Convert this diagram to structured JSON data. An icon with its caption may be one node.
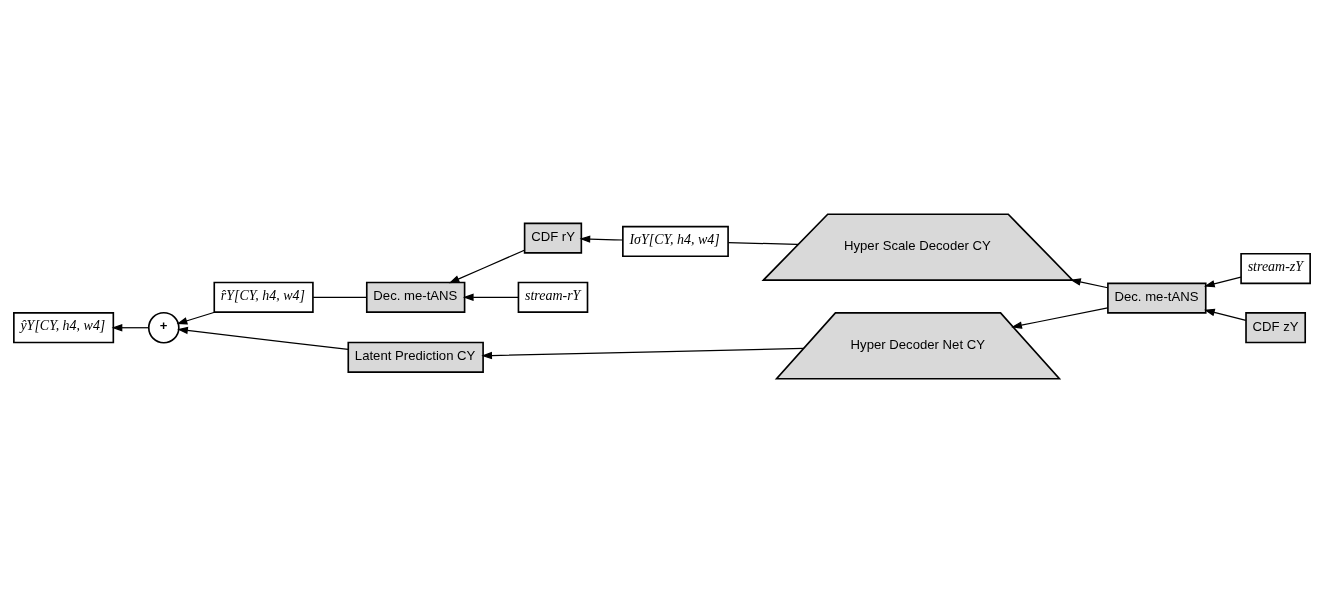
{
  "diagram": {
    "nodes": [
      {
        "text": [
          "ŷY[CY, h4, w4]"
        ]
      },
      {
        "text": [
          "+"
        ]
      },
      {
        "text": [
          "Latent Prediction CY"
        ]
      },
      {
        "text": [
          "Hyper Decoder Net CY"
        ]
      },
      {
        "text": [
          "stream-zY"
        ]
      },
      {
        "text": [
          "CDF zY"
        ]
      },
      {
        "text": [
          "Dec. me-tANS"
        ]
      },
      {
        "text": [
          "r̂Y[CY, h4, w4]"
        ]
      },
      {
        "text": [
          "Dec. me-tANS"
        ]
      },
      {
        "text": [
          "stream-rY"
        ]
      },
      {
        "text": [
          "CDF rY"
        ]
      },
      {
        "text": [
          "IσY[CY, h4, w4]"
        ]
      },
      {
        "text": [
          "Hyper Scale Decoder CY"
        ]
      }
    ],
    "edges": [
      {
        "from": 2,
        "to": 1,
        "arrow": "to"
      },
      {
        "from": 1,
        "to": 0,
        "arrow": "to"
      },
      {
        "from": 7,
        "to": 1,
        "arrow": "to"
      },
      {
        "from": 3,
        "to": 2,
        "arrow": "to"
      },
      {
        "from": 6,
        "to": 3,
        "arrow": "to"
      },
      {
        "from": 4,
        "to": 6,
        "arrow": "to"
      },
      {
        "from": 5,
        "to": 6,
        "arrow": "to"
      },
      {
        "from": 6,
        "to": 12,
        "arrow": "to"
      },
      {
        "from": 12,
        "to": 11,
        "arrow": "none"
      },
      {
        "from": 11,
        "to": 10,
        "arrow": "to"
      },
      {
        "from": 10,
        "to": 8,
        "arrow": "to"
      },
      {
        "from": 9,
        "to": 8,
        "arrow": "to"
      },
      {
        "from": 8,
        "to": 7,
        "arrow": "none"
      }
    ]
  }
}
